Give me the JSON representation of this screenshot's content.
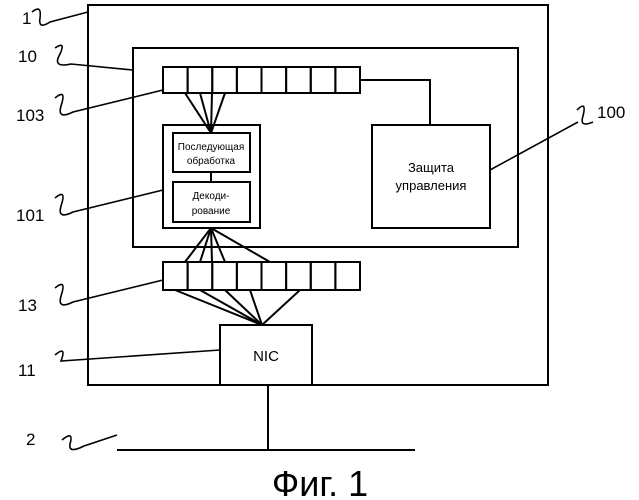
{
  "labels": {
    "l1": "1",
    "l10": "10",
    "l103": "103",
    "l101": "101",
    "l13": "13",
    "l11": "11",
    "l2": "2",
    "l100": "100"
  },
  "blocks": {
    "post_processing": [
      "Последующая",
      "обработка"
    ],
    "decoding": [
      "Декоди-",
      "рование"
    ],
    "control_protection": [
      "Защита",
      "управления"
    ],
    "nic": "NIC"
  },
  "caption": "Фиг. 1"
}
